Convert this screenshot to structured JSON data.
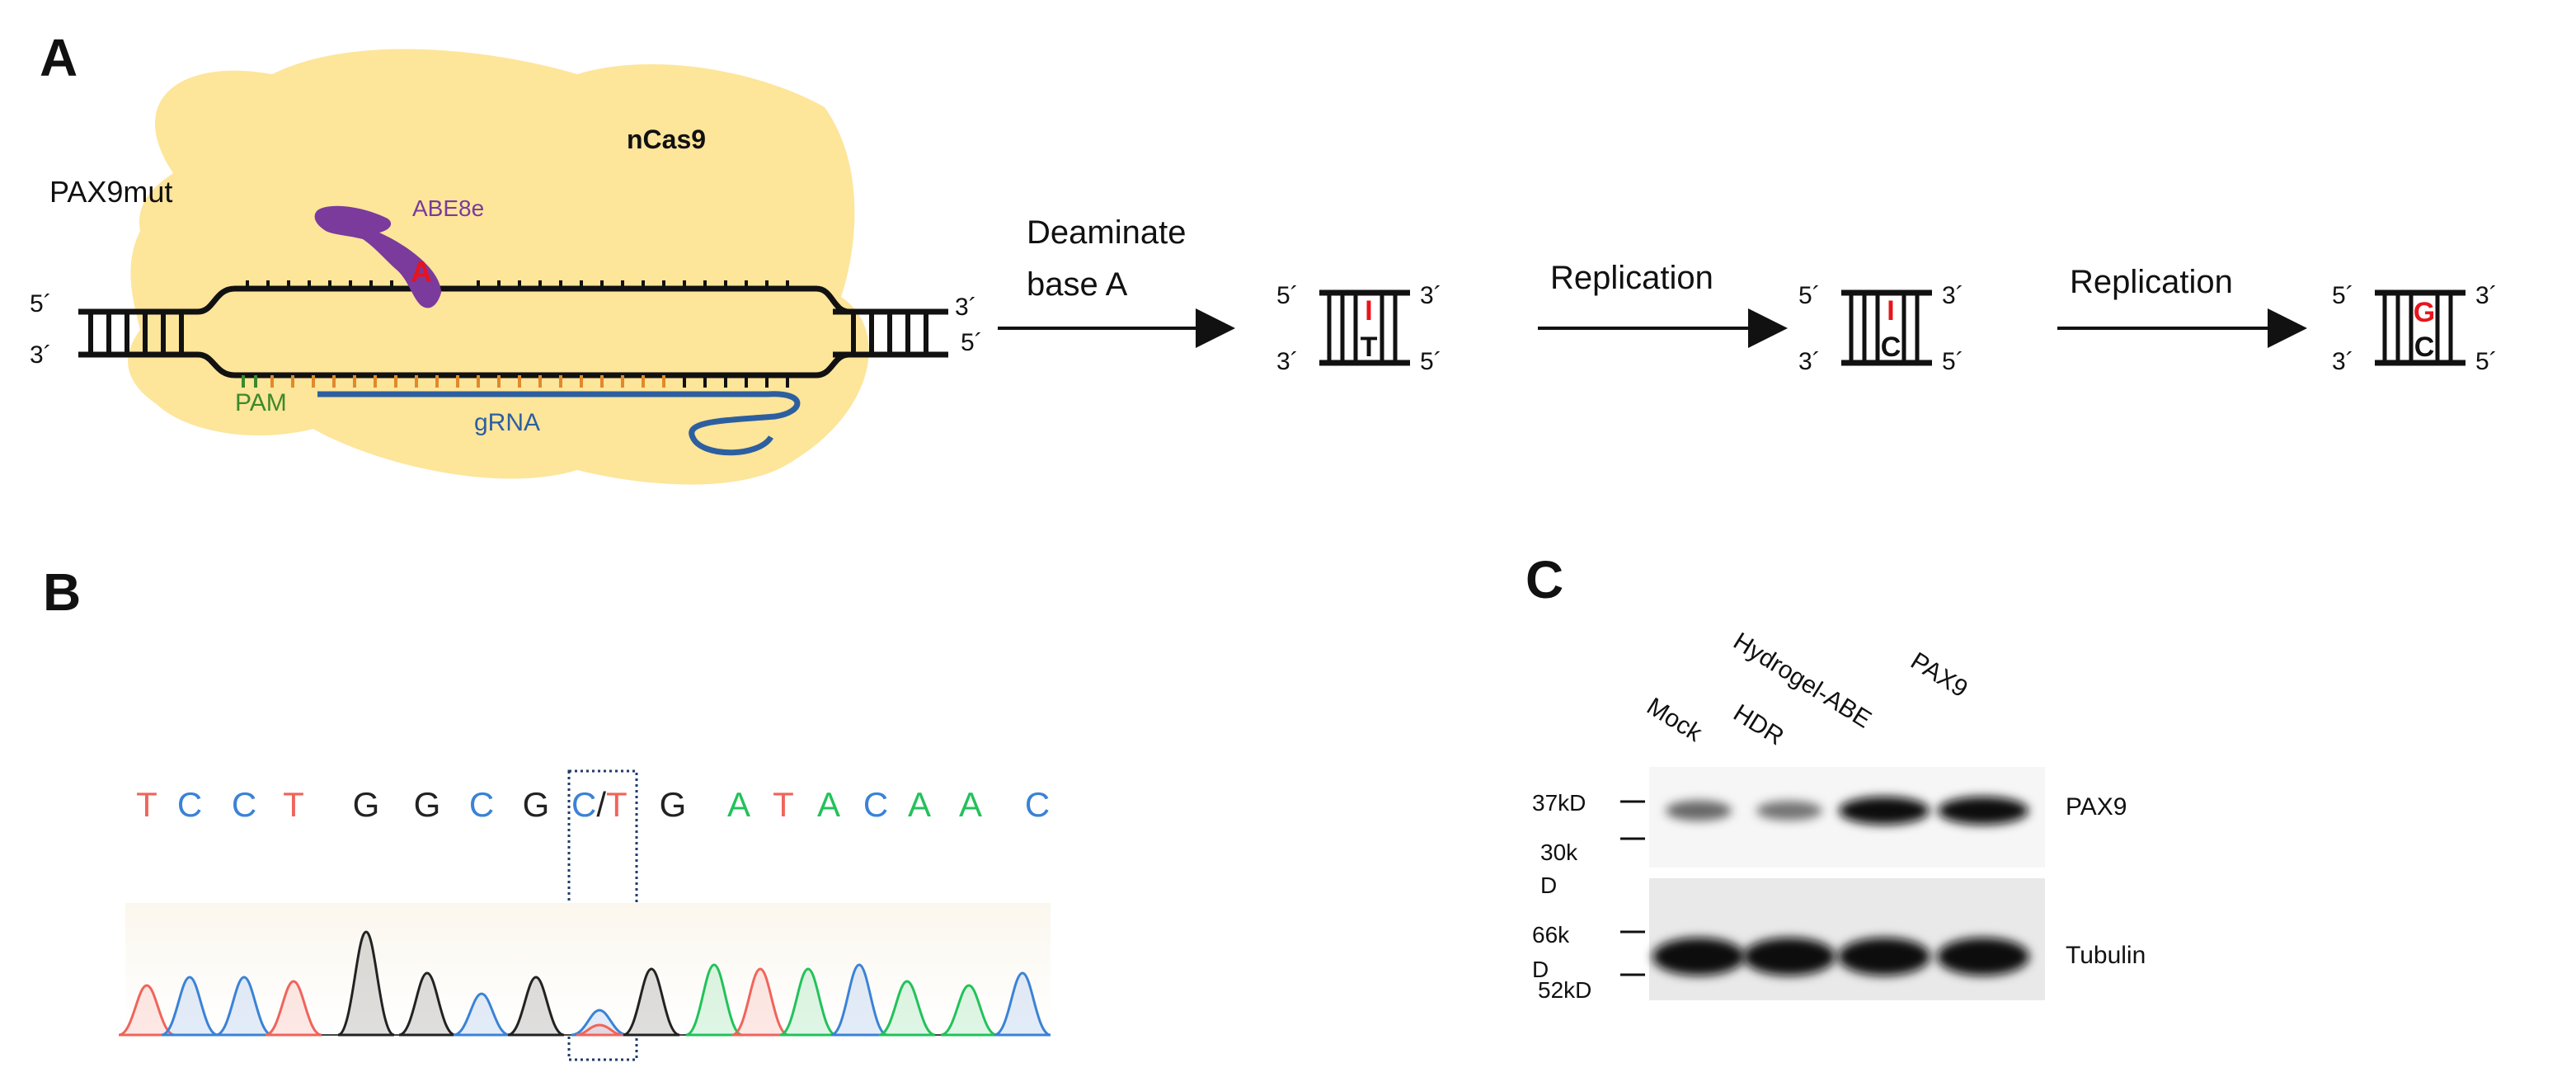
{
  "panels": {
    "a": "A",
    "b": "B",
    "c": "C"
  },
  "panel_a": {
    "gene_label": "PAX9mut",
    "enzyme_label": "nCas9",
    "editor_label": "ABE8e",
    "target_base": "A",
    "pam_label": "PAM",
    "grna_label": "gRNA",
    "five_prime": "5´",
    "three_prime": "3´",
    "steps": [
      {
        "arrow_label_line1": "Deaminate",
        "arrow_label_line2": "base A",
        "top_base": "I",
        "bottom_base": "T"
      },
      {
        "arrow_label_line1": "Replication",
        "arrow_label_line2": "",
        "top_base": "I",
        "bottom_base": "C"
      },
      {
        "arrow_label_line1": "Replication",
        "arrow_label_line2": "",
        "top_base": "G",
        "bottom_base": "C"
      }
    ],
    "colors": {
      "nCas9_blob": "#fde59a",
      "abe8e": "#7a3b9c",
      "edit_red": "#e8141b",
      "pam_green": "#3a8a2a",
      "grna_blue": "#2d5fa0"
    }
  },
  "panel_b": {
    "sequence": [
      {
        "base": "T",
        "color": "#f0645a"
      },
      {
        "base": "C",
        "color": "#3b82d6"
      },
      {
        "base": "C",
        "color": "#3b82d6"
      },
      {
        "base": "T",
        "color": "#f0645a"
      },
      {
        "base": "G",
        "color": "#222222"
      },
      {
        "base": "G",
        "color": "#222222"
      },
      {
        "base": "C",
        "color": "#3b82d6"
      },
      {
        "base": "G",
        "color": "#222222"
      },
      {
        "base": "C/T",
        "color": "#3b82d6"
      },
      {
        "base": "G",
        "color": "#222222"
      },
      {
        "base": "A",
        "color": "#22c25a"
      },
      {
        "base": "T",
        "color": "#f0645a"
      },
      {
        "base": "A",
        "color": "#22c25a"
      },
      {
        "base": "C",
        "color": "#3b82d6"
      },
      {
        "base": "A",
        "color": "#22c25a"
      },
      {
        "base": "A",
        "color": "#22c25a"
      },
      {
        "base": "C",
        "color": "#3b82d6"
      }
    ],
    "highlighted_index": 8
  },
  "panel_c": {
    "lanes": [
      "Mock",
      "HDR",
      "Hydrogel-ABE",
      "PAX9"
    ],
    "markers_top": [
      "37kD",
      "30k",
      "D"
    ],
    "markers_bottom": [
      "66k",
      "D",
      "52kD"
    ],
    "bands": [
      {
        "protein": "PAX9",
        "relative_intensity": [
          0.35,
          0.28,
          1.0,
          1.0
        ]
      },
      {
        "protein": "Tubulin",
        "relative_intensity": [
          1.0,
          1.0,
          1.0,
          1.0
        ]
      }
    ]
  }
}
